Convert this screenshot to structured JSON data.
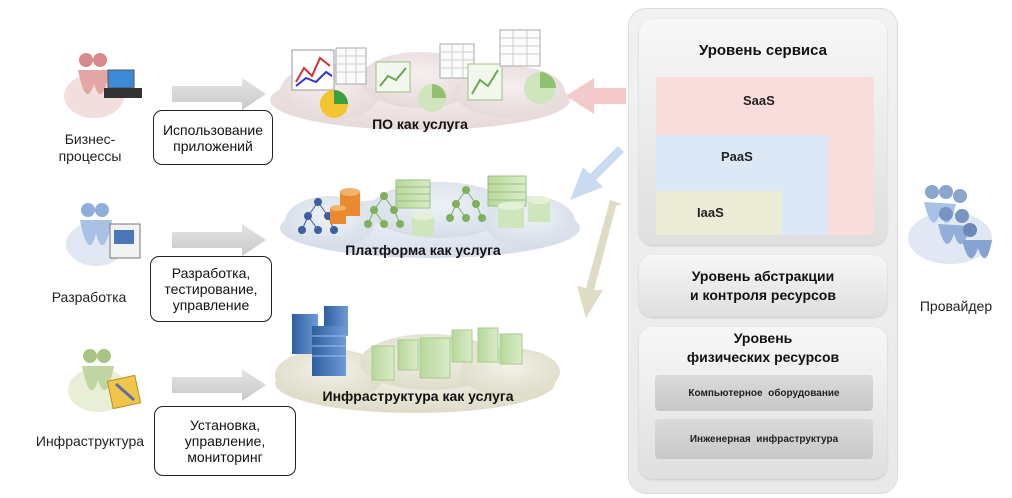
{
  "roles": [
    {
      "id": "business",
      "label_lines": [
        "Бизнес-",
        "процессы"
      ]
    },
    {
      "id": "development",
      "label": "Разработка"
    },
    {
      "id": "infrastructure",
      "label": "Инфраструктура"
    }
  ],
  "callouts": [
    {
      "lines": [
        "Использование",
        "приложений"
      ]
    },
    {
      "lines": [
        "Разработка,",
        "тестирование,",
        "управление"
      ]
    },
    {
      "lines": [
        "Установка,",
        "управление,",
        "мониторинг"
      ]
    }
  ],
  "clouds": [
    {
      "label": "ПО как услуга"
    },
    {
      "label": "Платформа как услуга"
    },
    {
      "label": "Инфраструктура как услуга"
    }
  ],
  "panel": {
    "service_level": {
      "title": "Уровень сервиса",
      "layers": [
        {
          "label": "SaaS",
          "color": "#f9dcdc"
        },
        {
          "label": "PaaS",
          "color": "#dde8f6"
        },
        {
          "label": "IaaS",
          "color": "#ecebd6"
        }
      ]
    },
    "abstraction_level": {
      "title_lines": [
        "Уровень абстракции",
        "и контроля ресурсов"
      ]
    },
    "physical_level": {
      "title_lines": [
        "Уровень",
        "физических ресурсов"
      ],
      "items": [
        "Компьютерное  оборудование",
        "Инженерная  инфраструктура"
      ]
    }
  },
  "provider": {
    "label": "Провайдер"
  },
  "colors": {
    "arrow_gray": "#d6d6d6",
    "arrow_pink": "#f4c9c9",
    "arrow_blue": "#c9dbf2",
    "arrow_tan": "#dedcc2",
    "cloud": "#e3e6ea"
  }
}
